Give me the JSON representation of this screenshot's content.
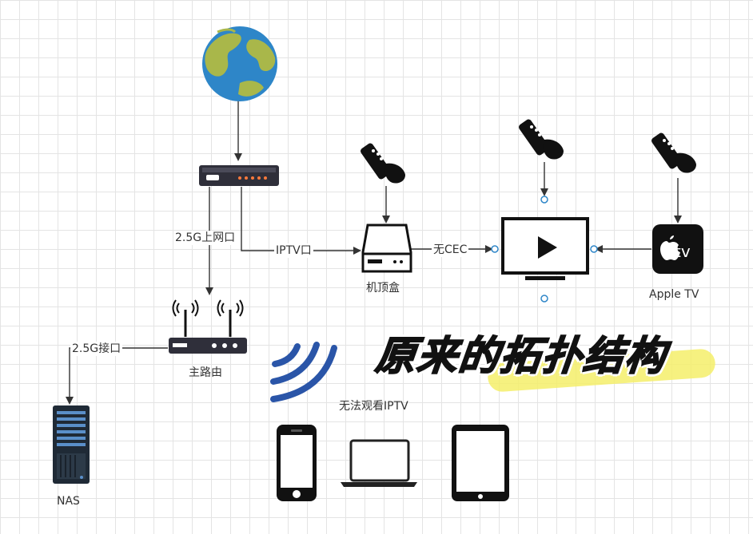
{
  "labels": {
    "wan_port": "2.5G上网口",
    "iptv_port": "IPTV口",
    "no_cec": "无CEC",
    "lan_port": "2.5G接口"
  },
  "captions": {
    "set_top_box": "机顶盒",
    "main_router": "主路由",
    "apple_tv": "Apple TV",
    "nas": "NAS",
    "no_iptv": "无法观看IPTV"
  },
  "apple_tv_logo_text": "tv",
  "headline": "原来的拓扑结构",
  "colors": {
    "highlight": "#f4ef6a",
    "globe_ocean": "#2e86c8",
    "globe_land": "#a9b74a",
    "wifi_waves": "#2a55a8",
    "device_dark": "#2f2f3a",
    "grid": "#e4e4e4"
  },
  "icons": [
    "globe-icon",
    "modem-icon",
    "remote-icon",
    "set-top-box-icon",
    "tv-icon",
    "apple-tv-icon",
    "router-icon",
    "nas-icon",
    "wifi-icon",
    "phone-icon",
    "laptop-icon",
    "tablet-icon"
  ]
}
